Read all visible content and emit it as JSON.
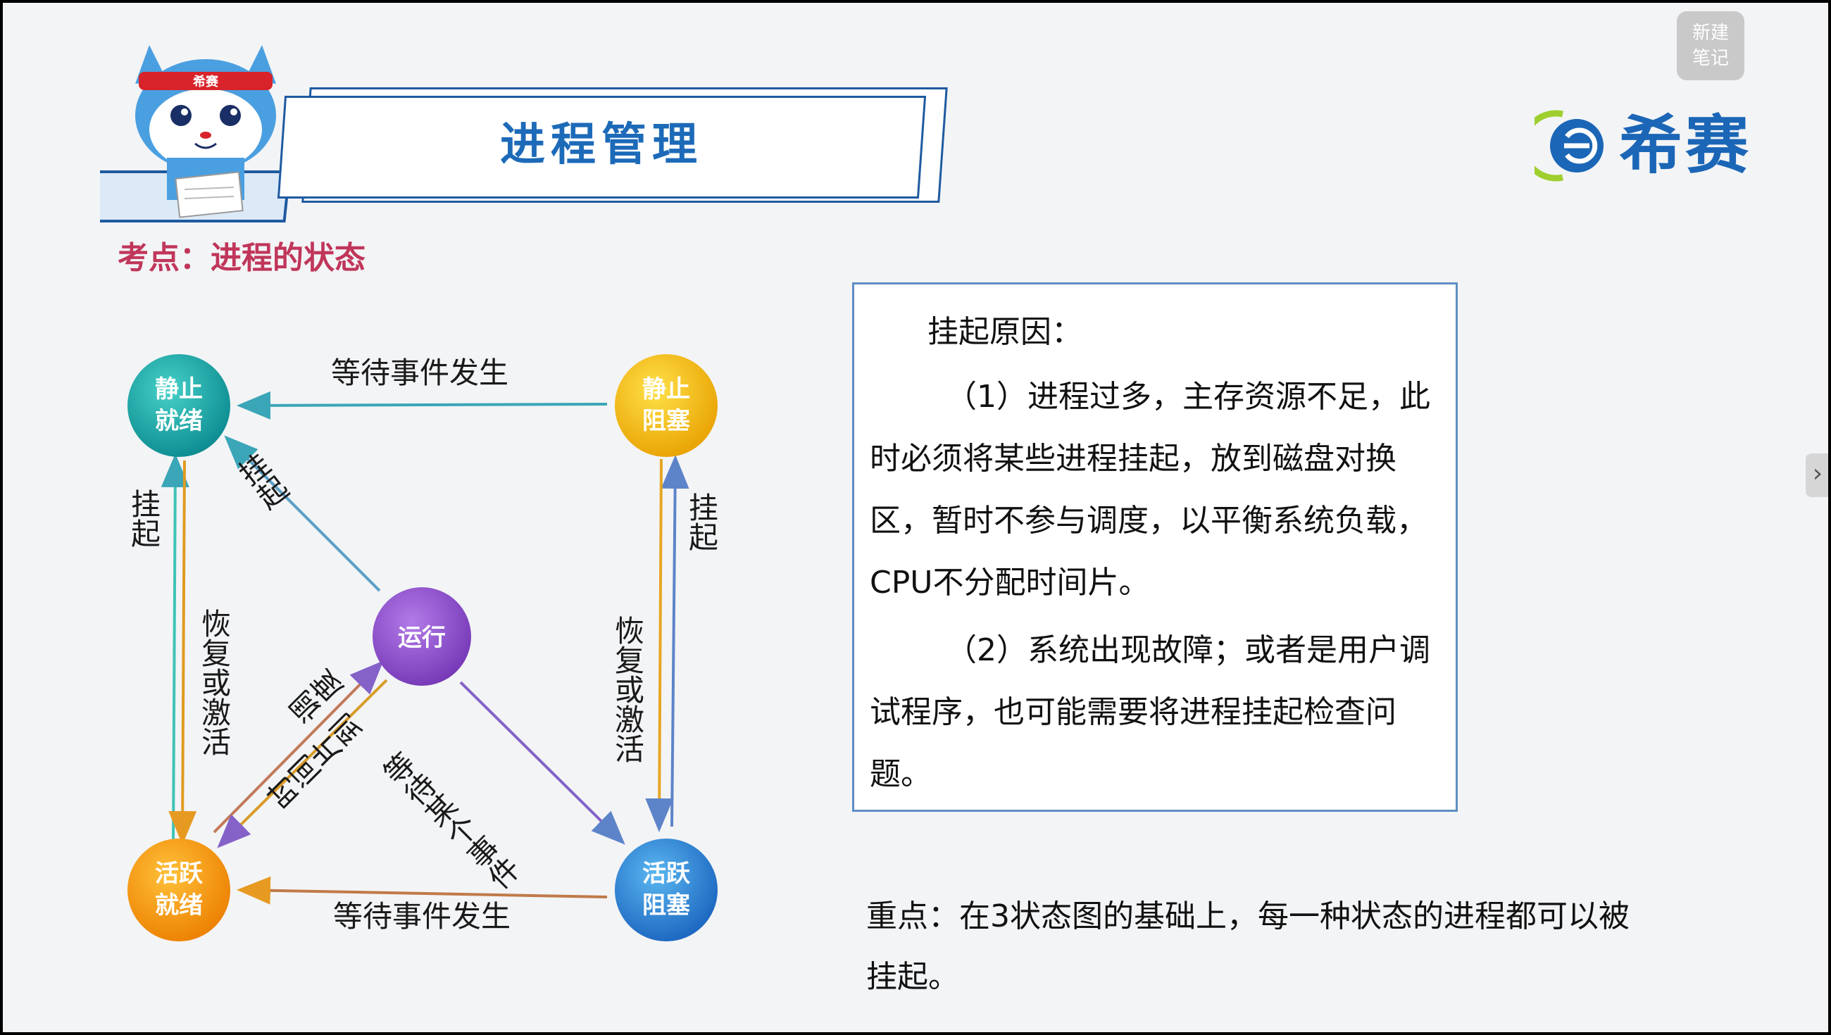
{
  "title": "进程管理",
  "topic": "考点：进程的状态",
  "logo": {
    "text": "希赛",
    "mascot_band_text": "希赛"
  },
  "note_button": {
    "line1": "新建",
    "line2": "笔记"
  },
  "side_button": {
    "glyph": "›"
  },
  "diagram": {
    "nodes": {
      "static_ready": {
        "line1": "静止",
        "line2": "就绪",
        "color": "#17a2a2"
      },
      "static_blocked": {
        "line1": "静止",
        "line2": "阻塞",
        "color": "#f3b400"
      },
      "running": {
        "label": "运行",
        "color": "#8a4fc6"
      },
      "active_ready": {
        "line1": "活跃",
        "line2": "就绪",
        "color": "#f59a0c"
      },
      "active_blocked": {
        "line1": "活跃",
        "line2": "阻塞",
        "color": "#2b86d6"
      }
    },
    "labels": {
      "top_event": "等待事件发生",
      "bottom_event": "等待事件发生",
      "diag_suspend": "挂起",
      "left_suspend": "挂起",
      "right_suspend": "挂起",
      "left_resume": "恢复或激活",
      "right_resume": "恢复或激活",
      "schedule": "调度",
      "time_slice": "时间片到",
      "wait_some_event": "等待某个事件"
    }
  },
  "reason": {
    "title": "挂起原因：",
    "p1": "（1）进程过多，主存资源不足，此时必须将某些进程挂起，放到磁盘对换区，暂时不参与调度，以平衡系统负载，CPU不分配时间片。",
    "p2": "（2）系统出现故障；或者是用户调试程序，也可能需要将进程挂起检查问题。"
  },
  "key_point": "重点：在3状态图的基础上，每一种状态的进程都可以被挂起。"
}
